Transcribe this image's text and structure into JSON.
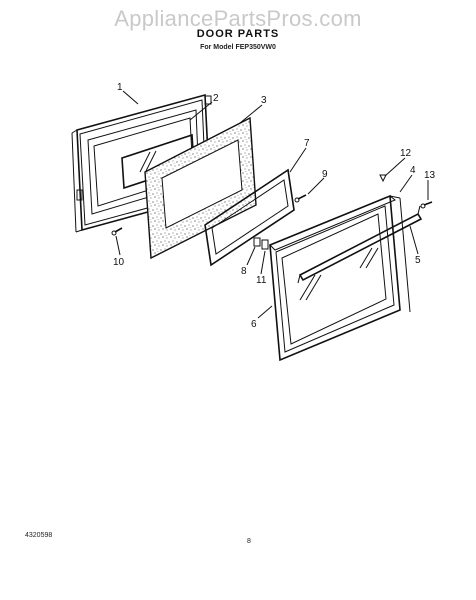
{
  "watermark": "AppliancePartsPros.com",
  "title": "DOOR PARTS",
  "subtitle": "For Model FEP350VW0",
  "footer": {
    "code": "4320598",
    "page": "8"
  },
  "callouts": [
    "1",
    "2",
    "3",
    "7",
    "9",
    "12",
    "4",
    "13",
    "10",
    "8",
    "11",
    "5",
    "6"
  ]
}
